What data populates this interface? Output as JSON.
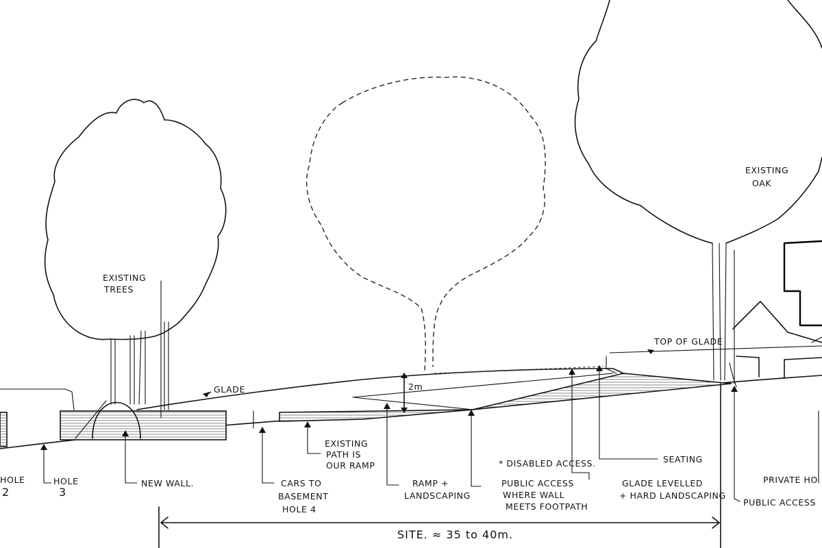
{
  "labels": {
    "existing_trees_1": "EXISTING",
    "existing_trees_2": "TREES",
    "existing_oak_1": "EXISTING",
    "existing_oak_2": "OAK",
    "glade": "GLADE",
    "top_of_glade": "TOP OF GLADE",
    "two_m": "2m",
    "hole_2a": "HOLE",
    "hole_2b": "2",
    "hole_3a": "HOLE",
    "hole_3b": "3",
    "new_wall": "NEW WALL.",
    "cars_1": "CARS TO",
    "cars_2": "BASEMENT",
    "cars_3": "HOLE 4",
    "path_1": "EXISTING",
    "path_2": "PATH IS",
    "path_3": "OUR RAMP",
    "ramp_1": "RAMP +",
    "ramp_2": "LANDSCAPING",
    "disabled": "* DISABLED ACCESS.",
    "public_1": "PUBLIC ACCESS",
    "public_2": "WHERE WALL",
    "public_3": "MEETS FOOTPATH",
    "seating": "SEATING",
    "glade_lev_1": "GLADE LEVELLED",
    "glade_lev_2": "+ HARD LANDSCAPING",
    "private": "PRIVATE HO",
    "public_access": "PUBLIC ACCESS",
    "site": "SITE. ≈ 35 to 40m."
  },
  "colors": {
    "ink": "#111111",
    "paper": "#ffffff"
  }
}
